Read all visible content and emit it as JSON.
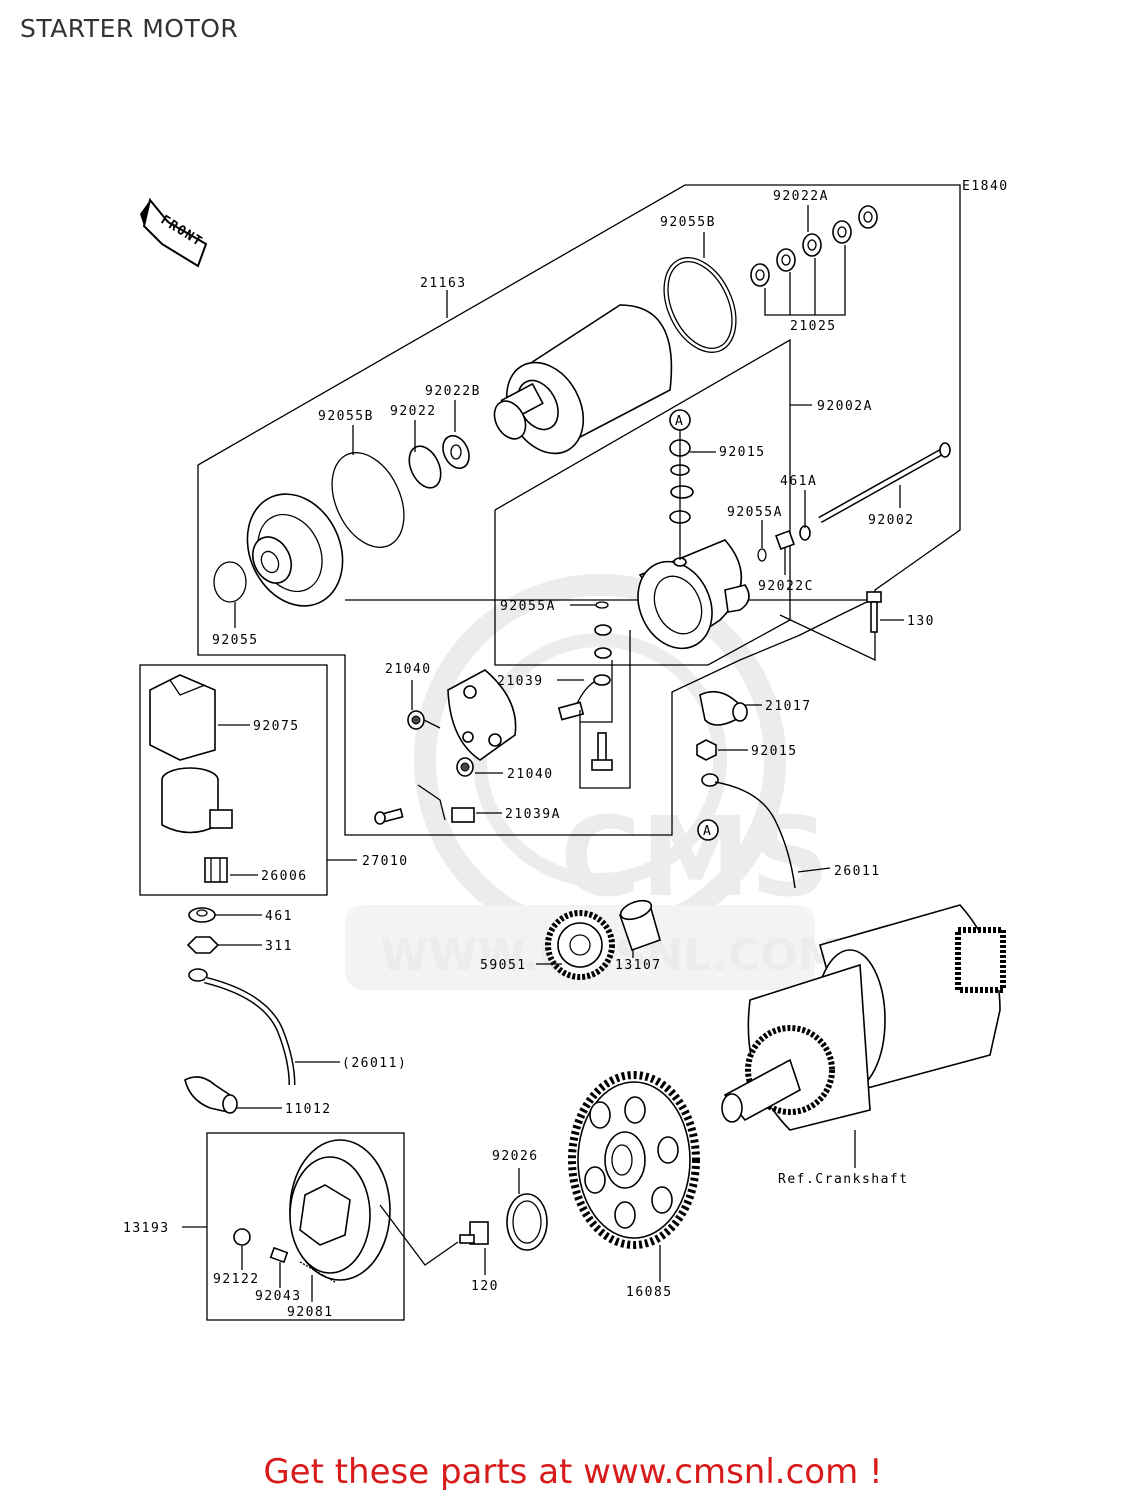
{
  "page": {
    "title": "STARTER MOTOR",
    "footer": "Get these parts at www.cmsnl.com !",
    "footer_color": "#d81a1a",
    "drawing_code": "E1840"
  },
  "watermark": {
    "brand": "CMS",
    "url": "WWW.CMSNL.COM",
    "color": "#ececec"
  },
  "labels": {
    "front": "FRONT",
    "p21163": "21163",
    "p92055B_top": "92055B",
    "p92022A": "92022A",
    "p21025": "21025",
    "p92022B": "92022B",
    "p92055B_left": "92055B",
    "p92022": "92022",
    "p92002A": "92002A",
    "p92015_top": "92015",
    "p461A": "461A",
    "p92055A_right": "92055A",
    "p92002": "92002",
    "p92022C": "92022C",
    "p92055": "92055",
    "p92055A_mid": "92055A",
    "p130": "130",
    "p21040_top": "21040",
    "p21039": "21039",
    "p21017": "21017",
    "p92075": "92075",
    "p92015_mid": "92015",
    "p21040_mid": "21040",
    "p21039A": "21039A",
    "p27010": "27010",
    "p26006": "26006",
    "p26011": "26011",
    "p461": "461",
    "p311": "311",
    "p59051": "59051",
    "p13107": "13107",
    "p26011_paren": "(26011)",
    "p11012": "11012",
    "p92026": "92026",
    "p13193": "13193",
    "p92122": "92122",
    "p92043": "92043",
    "p92081": "92081",
    "p120": "120",
    "p16085": "16085",
    "ref_crankshaft": "Ref.Crankshaft",
    "mark_a": "A"
  }
}
